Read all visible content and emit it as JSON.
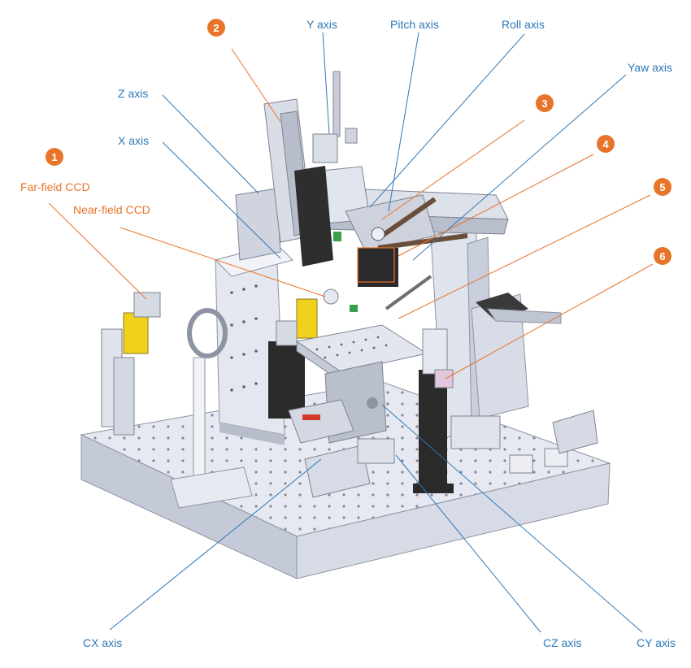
{
  "colors": {
    "axis_label": "#2f78b7",
    "camera_label": "#e8742a",
    "badge_fill": "#e8742a",
    "badge_text": "#ffffff",
    "machine_light": "#e4e8f0",
    "machine_mid": "#c9cfdb",
    "machine_dark": "#2a2a2a",
    "highlight_yellow": "#f0d21c"
  },
  "axis_labels": {
    "y_axis": "Y axis",
    "pitch_axis": "Pitch axis",
    "roll_axis": "Roll axis",
    "yaw_axis": "Yaw axis",
    "z_axis": "Z axis",
    "x_axis": "X axis",
    "cx_axis": "CX axis",
    "cz_axis": "CZ axis",
    "cy_axis": "CY axis"
  },
  "camera_labels": {
    "far_field": "Far-field CCD",
    "near_field": "Near-field CCD"
  },
  "badges": [
    "1",
    "2",
    "3",
    "4",
    "5",
    "6"
  ]
}
